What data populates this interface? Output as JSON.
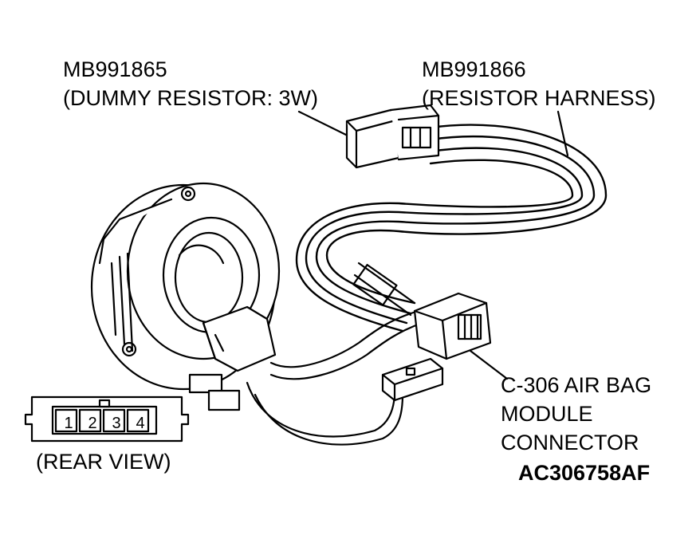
{
  "labels": {
    "dummy_resistor_part": "MB991865",
    "dummy_resistor_desc": "(DUMMY RESISTOR: 3W)",
    "resistor_harness_part": "MB991866",
    "resistor_harness_desc": "(RESISTOR HARNESS)",
    "connector_line1": "C-306 AIR BAG",
    "connector_line2": "MODULE",
    "connector_line3": "CONNECTOR",
    "figure_code": "AC306758AF",
    "rear_view": "(REAR VIEW)"
  },
  "pins": [
    "1",
    "2",
    "3",
    "4"
  ],
  "colors": {
    "ink": "#000000",
    "paper": "#ffffff"
  }
}
